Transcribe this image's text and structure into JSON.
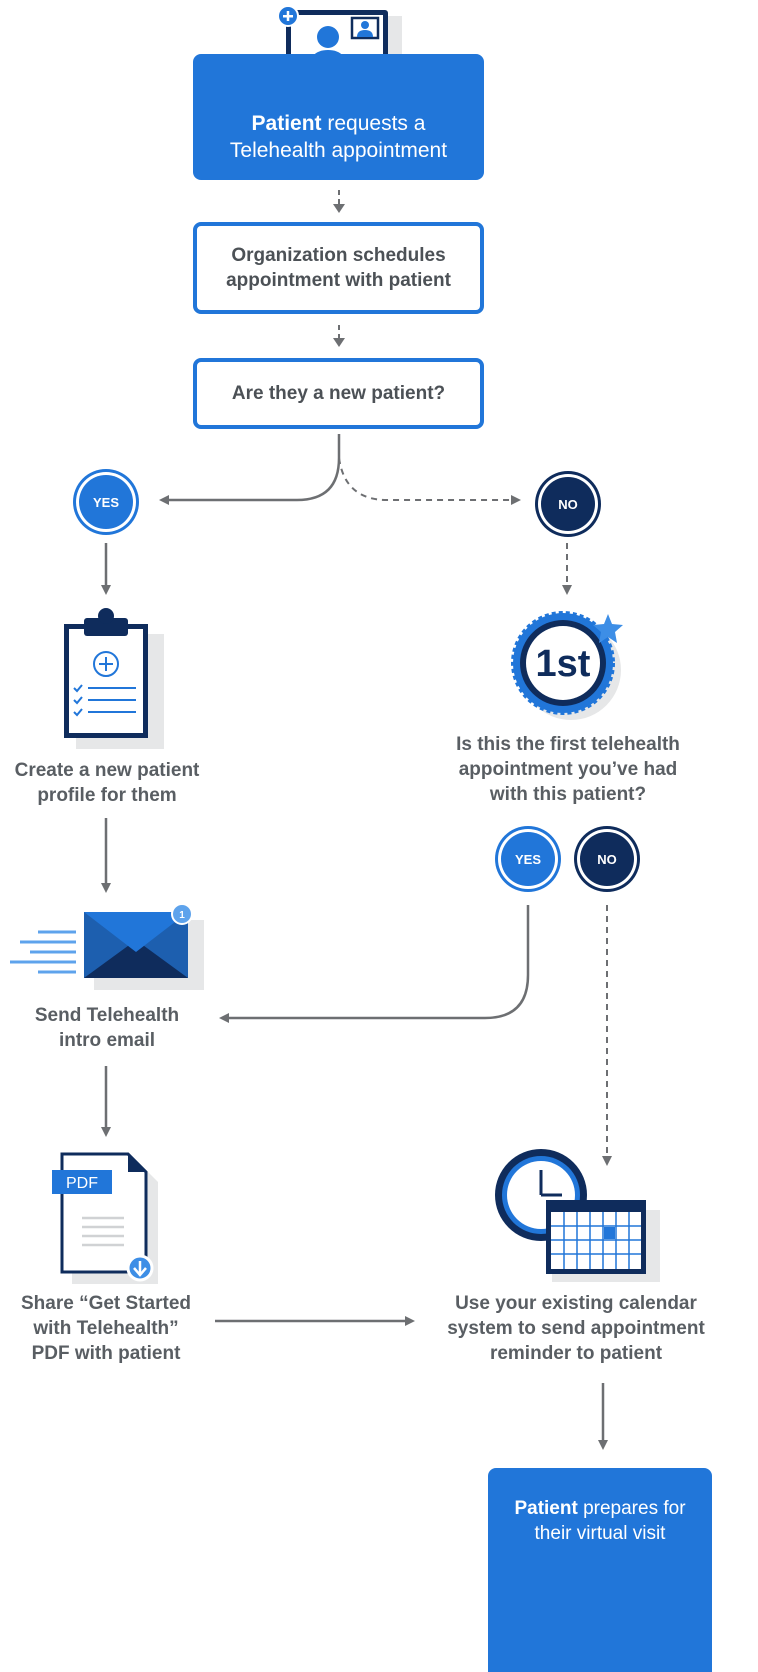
{
  "start": {
    "bold": "Patient",
    "line1_rest": " requests a",
    "line2": "Telehealth appointment"
  },
  "step_schedule": {
    "line1": "Organization schedules",
    "line2": "appointment with patient"
  },
  "step_new_patient": {
    "label": "Are they a new patient?"
  },
  "badges": {
    "yes": "YES",
    "no": "NO"
  },
  "step_create_profile": {
    "line1": "Create a new patient",
    "line2": "profile for them"
  },
  "step_first_telehealth": {
    "line1": "Is this the first telehealth",
    "line2": "appointment you’ve had",
    "line3": "with this patient?"
  },
  "first_badge": {
    "text": "1st"
  },
  "step_intro_email": {
    "line1": "Send Telehealth",
    "line2": "intro email"
  },
  "email_icon": {
    "notification_count": "1"
  },
  "step_share_pdf": {
    "line1": "Share “Get Started",
    "line2": "with Telehealth”",
    "line3": "PDF with patient"
  },
  "pdf_icon": {
    "label": "PDF"
  },
  "step_calendar": {
    "line1": "Use your existing calendar",
    "line2": "system to send appointment",
    "line3": "reminder to patient"
  },
  "end": {
    "bold": "Patient",
    "line1_rest": " prepares for",
    "line2": "their virtual visit"
  },
  "colors": {
    "primary": "#2176d9",
    "navy": "#0f2c5c",
    "connector": "#6d6f72",
    "shadow": "#e6e7e8"
  }
}
